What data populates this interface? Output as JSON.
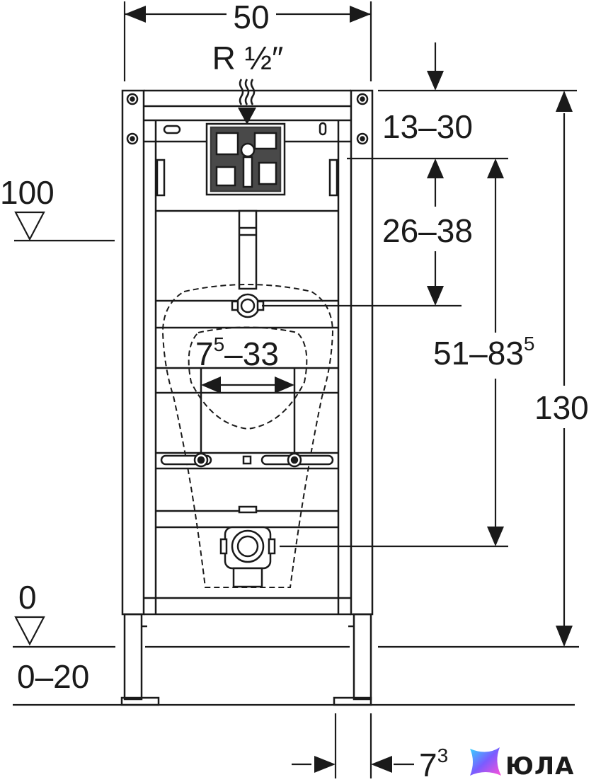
{
  "labels": {
    "width": "50",
    "pipe": "R ½″",
    "top_offset": "13–30",
    "upper_range": "26–38",
    "span_base": "7",
    "span_sup": "5",
    "span_rest": "–33",
    "height_range_base": "51–83",
    "height_range_sup": "5",
    "total_height": "130",
    "level_top": "100",
    "level_floor": "0",
    "floor_range": "0–20",
    "foot_base": "7",
    "foot_sup": "3"
  },
  "logo": {
    "text": "ЮЛА",
    "colors": [
      "#33d6ff",
      "#7a5cff",
      "#ff4fd8"
    ]
  }
}
